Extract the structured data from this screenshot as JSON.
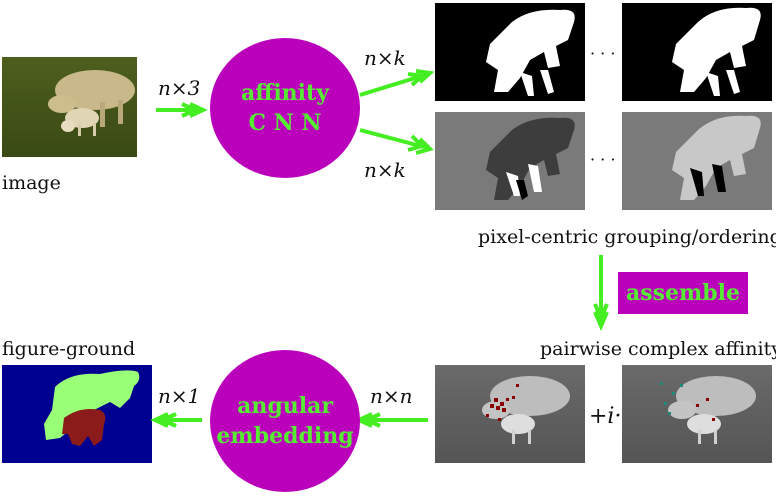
{
  "labels": {
    "image": "image",
    "figure_ground": "figure-ground",
    "pixel_centric": "pixel-centric grouping/ordering",
    "pairwise": "pairwise complex affinity",
    "plus_i": "+i·",
    "ellipsis": "· · ·"
  },
  "arrows": {
    "n_x3": "n×3",
    "n_xk_top": "n×k",
    "n_xk_bottom": "n×k",
    "n_xn": "n×n",
    "n_x1": "n×1"
  },
  "nodes": {
    "affinity_cnn_line1": "affinity",
    "affinity_cnn_line2": "C N N",
    "angular_line1": "angular",
    "angular_line2": "embedding",
    "assemble": "assemble"
  },
  "colors": {
    "node_fill": "#bb00bb",
    "node_text": "#55ee33",
    "arrow": "#44ee22",
    "figure_bg": "#000090",
    "figure_fg": "#99ff77",
    "figure_mid": "#8b1a1a"
  }
}
